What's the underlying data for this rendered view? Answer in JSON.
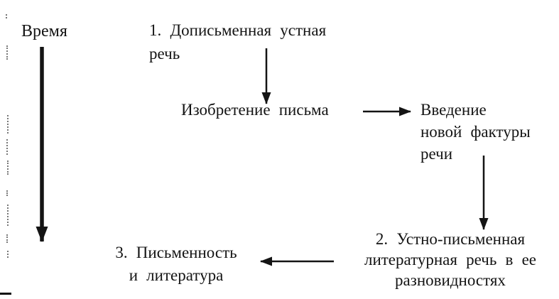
{
  "diagram": {
    "title_meaning": "Evolution of speech and writing over time",
    "background_color": "#ffffff",
    "ink_color": "#141414",
    "timeline": {
      "label": "Время"
    },
    "nodes": {
      "prewritten_oral_speech": {
        "line1": "1. Дописьменная устная",
        "line2": "речь"
      },
      "invention_of_writing": {
        "label": "Изобретение письма"
      },
      "new_texture_of_speech": {
        "line1": "Введение",
        "line2": "новой фактуры",
        "line3": "речи"
      },
      "oral_written_literary_speech": {
        "line1": "2. Устно-письменная",
        "line2": "литературная речь в ее",
        "line3": "разновидностях"
      },
      "writing_and_literature": {
        "line1": "3. Письменность",
        "line2": "и литература"
      }
    },
    "arrows": [
      "time-arrow-down-icon",
      "arrow-node1-to-invention-icon",
      "arrow-invention-to-introduction-icon",
      "arrow-introduction-to-node2-icon",
      "arrow-node2-to-node3-icon"
    ]
  }
}
